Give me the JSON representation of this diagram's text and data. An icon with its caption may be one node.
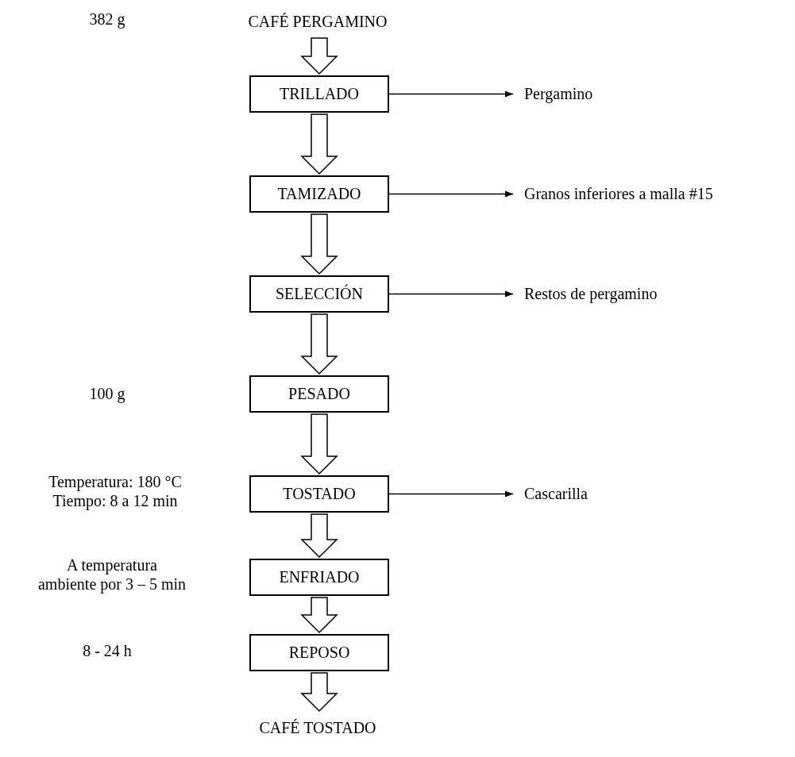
{
  "diagram": {
    "nodes": [
      {
        "text": [
          "CAFÉ PERGAMINO"
        ]
      },
      {
        "text": [
          "TRILLADO"
        ]
      },
      {
        "text": [
          "Pergamino"
        ]
      },
      {
        "text": [
          "TAMIZADO"
        ]
      },
      {
        "text": [
          "Granos inferiores a malla #15"
        ]
      },
      {
        "text": [
          "SELECCIÓN"
        ]
      },
      {
        "text": [
          "Restos de pergamino"
        ]
      },
      {
        "text": [
          "PESADO"
        ]
      },
      {
        "text": [
          "TOSTADO"
        ],
        "beside": [
          "Temperatura: 180 °C",
          "Tiempo: 8 a 12 min"
        ]
      },
      {
        "text": [
          "Cascarilla"
        ]
      },
      {
        "text": [
          "ENFRIADO"
        ],
        "beside": [
          "A temperatura ambiente por 3 – 5 min"
        ]
      },
      {
        "text": [
          "REPOSO"
        ]
      },
      {
        "text": [
          "CAFÉ TOSTADO"
        ]
      }
    ],
    "edges": [
      {
        "from": 0,
        "to": 1,
        "arrow": "to",
        "style": "thick"
      },
      {
        "from": 1,
        "to": 3,
        "arrow": "to",
        "style": "thick"
      },
      {
        "from": 3,
        "to": 5,
        "arrow": "to",
        "style": "thick"
      },
      {
        "from": 5,
        "to": 7,
        "arrow": "to",
        "style": "thick"
      },
      {
        "from": 7,
        "to": 8,
        "arrow": "to",
        "style": "thick"
      },
      {
        "from": 8,
        "to": 10,
        "arrow": "to",
        "style": "thick"
      },
      {
        "from": 10,
        "to": 11,
        "arrow": "to",
        "style": "thick"
      },
      {
        "from": 11,
        "to": 12,
        "arrow": "to",
        "style": "thick"
      },
      {
        "from": 1,
        "to": 2,
        "arrow": "to"
      },
      {
        "from": 3,
        "to": 4,
        "arrow": "to"
      },
      {
        "from": 5,
        "to": 6,
        "arrow": "to"
      },
      {
        "from": 8,
        "to": 9,
        "arrow": "to"
      }
    ],
    "labels": [
      "382 g",
      "100 g",
      "8 - 24 h"
    ]
  }
}
